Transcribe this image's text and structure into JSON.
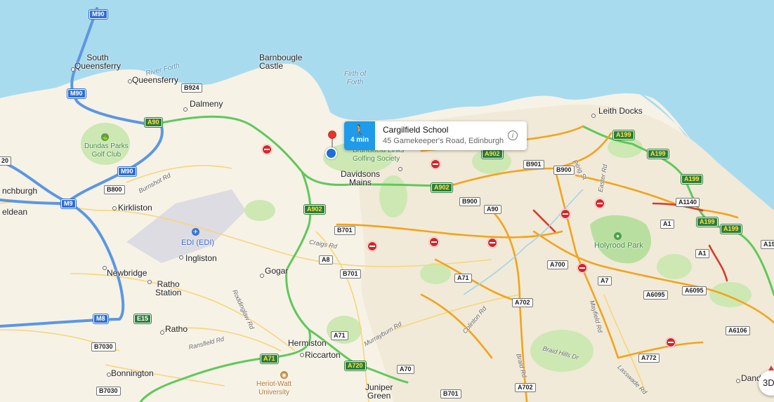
{
  "colors": {
    "water": "#a9dbef",
    "land": "#f7f2e6",
    "park": "#cde8b3",
    "urban": "#f1ead8",
    "motorway": "#5b97e3",
    "traffic_green": "#5ec95a",
    "traffic_orange": "#f3a31b",
    "traffic_red": "#d93a2b",
    "callout_accent": "#1e9bea"
  },
  "callout": {
    "walk_icon": "walking-person-icon",
    "walk_glyph": "🚶",
    "time": "4 min",
    "title": "Cargilfield School",
    "address": "45 Gamekeeper's Road, Edinburgh",
    "info_glyph": "i"
  },
  "controls": {
    "btn_3d": "3D"
  },
  "places": {
    "south_queensferry": "South\nQueensferry",
    "queensferry": "Queensferry",
    "barnbougle": "Barnbougle\nCastle",
    "dalmeny": "Dalmeny",
    "leith_docks": "Leith Docks",
    "davidsons_mains": "Davidsons\nMains",
    "kirkliston": "Kirkliston",
    "ingliston": "Ingliston",
    "edi": "EDI (EDI)",
    "newbridge": "Newbridge",
    "ratho_station": "Ratho\nStation",
    "ratho": "Ratho",
    "gogar": "Gogar",
    "hermiston": "Hermiston",
    "riccarton": "Riccarton",
    "bonnington": "Bonnington",
    "juniper_green": "Juniper\nGreen",
    "dunderhall": "Danderha",
    "heriot_watt": "Heriot-Watt\nUniversity",
    "linchburgh": "nchburgh",
    "eldean": "eldean",
    "dundas_parks": "Dundas Parks\nGolf Club",
    "bruntsfield": "Bruntsfield Links\nGolfing Society",
    "holyrood": "Holyrood Park",
    "river_forth": "River Forth",
    "firth_of_forth": "Firth of\nForth"
  },
  "roadnames": {
    "burnshot": "Burnshot Rd",
    "craigs": "Craigs Rd",
    "roddinglaw": "Roddinglaw Rd",
    "ransfield": "Ransfield Rd",
    "murrayburn": "Murrayburn Rd",
    "colinton": "Colinton Rd",
    "braid_hills": "Braid Hills Dr",
    "braid": "Braid Rd",
    "mayfield": "Mayfield Rd",
    "lasswade": "Lasswade Rd",
    "easter": "Easter Rd",
    "pilrig": "Pilrig St"
  },
  "shields": {
    "m90_top": "M90",
    "m90_mid": "M90",
    "m90_low": "M90",
    "b924": "B924",
    "a90": "A90",
    "b800": "B800",
    "m9": "M9",
    "a902_a": "A902",
    "a902_b": "A902",
    "a902_c": "A902",
    "b701_a": "B701",
    "a8": "A8",
    "b701_b": "B701",
    "b901": "B901",
    "b900_a": "B900",
    "b900_b": "B900",
    "a90_b": "A90",
    "a199_a": "A199",
    "a199_b": "A199",
    "a199_c": "A199",
    "a199_d": "A199",
    "a199_e": "A199",
    "a199_f": "A19",
    "a1140": "A1140",
    "a1_a": "A1",
    "a1_b": "A1",
    "a700": "A700",
    "a7": "A7",
    "a71_a": "A71",
    "a71_b": "A71",
    "a71_c": "A71",
    "a702_a": "A702",
    "a702_b": "A702",
    "a6095_a": "A6095",
    "a6095_b": "A6095",
    "a6106": "A6106",
    "a772": "A772",
    "a720": "A720",
    "a70": "A70",
    "b701_c": "B701",
    "m8": "M8",
    "e15": "E15",
    "b7030_a": "B7030",
    "b7030_b": "B7030",
    "a20": "20"
  }
}
